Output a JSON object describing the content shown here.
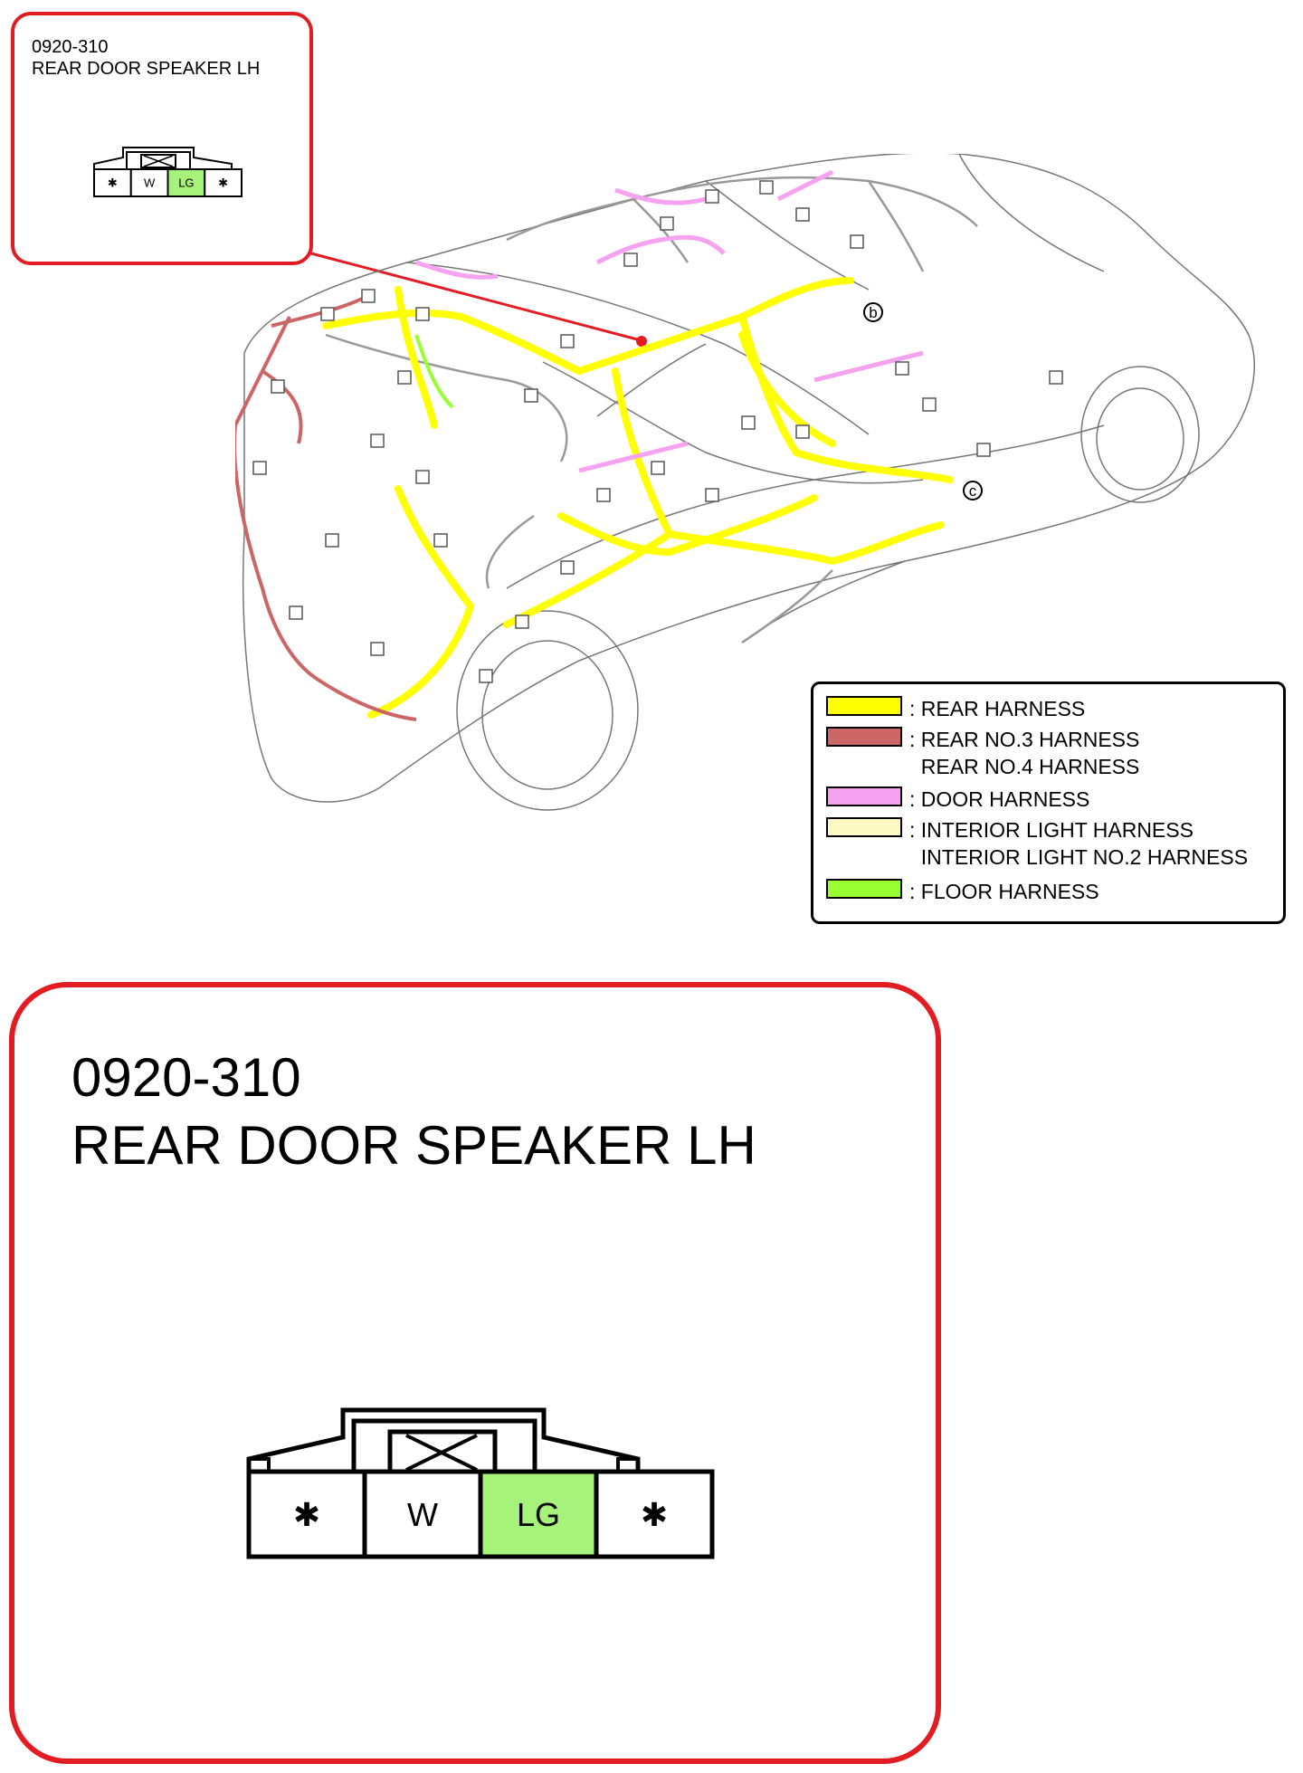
{
  "connector": {
    "code": "0920-310",
    "name": "REAR DOOR SPEAKER LH",
    "pins": [
      {
        "label": "✱",
        "fill": "#ffffff"
      },
      {
        "label": "W",
        "fill": "#ffffff"
      },
      {
        "label": "LG",
        "fill": "#a6f27a"
      },
      {
        "label": "✱",
        "fill": "#ffffff"
      }
    ]
  },
  "car_labels": {
    "b": "b",
    "c": "c"
  },
  "legend": {
    "items": [
      {
        "color": "#ffff00",
        "text": ": REAR HARNESS"
      },
      {
        "color": "#cc6666",
        "text": ": REAR NO.3 HARNESS\n  REAR NO.4 HARNESS"
      },
      {
        "color": "#f5a3f0",
        "text": ": DOOR HARNESS"
      },
      {
        "color": "#fcf9c4",
        "text": ": INTERIOR LIGHT HARNESS\n  INTERIOR LIGHT NO.2 HARNESS"
      },
      {
        "color": "#99ff33",
        "text": ": FLOOR HARNESS"
      }
    ]
  },
  "colors": {
    "frame": "#e31b23",
    "rear": "#ffff00",
    "rear3": "#cc6666",
    "door": "#f5a3f0",
    "floor": "#99ff33"
  }
}
